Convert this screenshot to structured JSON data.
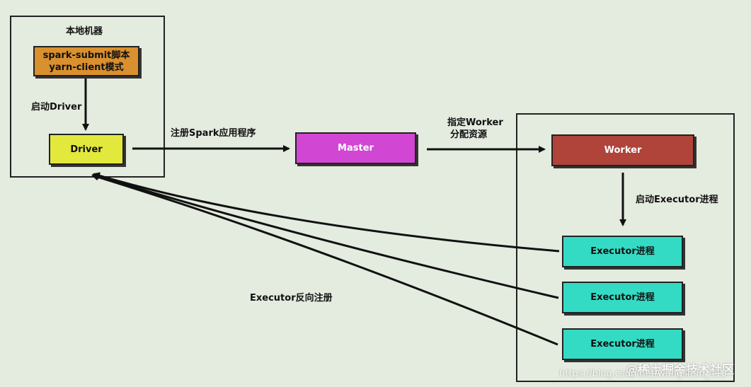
{
  "local_machine": {
    "title": "本地机器"
  },
  "nodes": {
    "spark_submit": {
      "line1": "spark-submit脚本",
      "line2": "yarn-client模式",
      "color": "#d9902e"
    },
    "driver": {
      "label": "Driver",
      "color": "#e2e83c"
    },
    "master": {
      "label": "Master",
      "color": "#d146d3"
    },
    "worker": {
      "label": "Worker",
      "color": "#b0433a"
    },
    "executors": [
      {
        "label": "Executor进程"
      },
      {
        "label": "Executor进程"
      },
      {
        "label": "Executor进程"
      }
    ],
    "executor_color": "#34dbc4"
  },
  "edges": {
    "start_driver": "启动Driver",
    "register_app": "注册Spark应用程序",
    "assign_line1": "指定Worker",
    "assign_line2": "分配资源",
    "start_executor": "启动Executor进程",
    "reverse_register": "Executor反向注册"
  },
  "watermark": {
    "brand": "@稀土掘金技术社区",
    "url": "https://blog.csdn.net/wangshun_410"
  }
}
